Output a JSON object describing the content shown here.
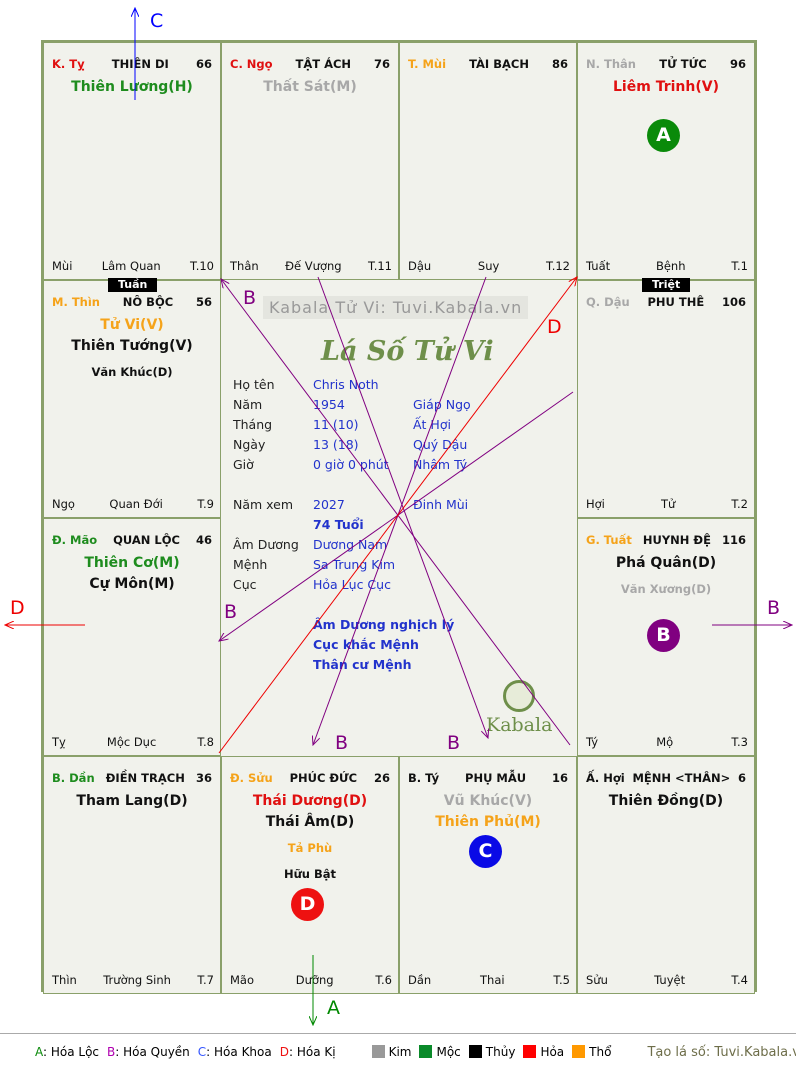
{
  "palaces": [
    {
      "branch": "K. Tỵ",
      "branch_color": "#e01010",
      "name": "THIÊN DI",
      "number": "66",
      "stars": [
        {
          "text": "Thiên Lương(H)",
          "color": "#1e8c1e"
        }
      ],
      "footer": [
        "Mùi",
        "Lâm Quan",
        "T.10"
      ]
    },
    {
      "branch": "C. Ngọ",
      "branch_color": "#e01010",
      "name": "TẬT ÁCH",
      "number": "76",
      "stars": [
        {
          "text": "Thất Sát(M)",
          "color": "#a8a8a8"
        }
      ],
      "footer": [
        "Thân",
        "Đế Vượng",
        "T.11"
      ]
    },
    {
      "branch": "T. Mùi",
      "branch_color": "#f5a31a",
      "name": "TÀI BẠCH",
      "number": "86",
      "stars": [],
      "footer": [
        "Dậu",
        "Suy",
        "T.12"
      ]
    },
    {
      "branch": "N. Thân",
      "branch_color": "#a8a8a8",
      "name": "TỬ TỨC",
      "number": "96",
      "stars": [
        {
          "text": "Liêm Trinh(V)",
          "color": "#e01010"
        }
      ],
      "footer": [
        "Tuất",
        "Bệnh",
        "T.1"
      ]
    },
    {
      "branch": "M. Thìn",
      "branch_color": "#f5a31a",
      "name": "NÔ BỘC",
      "number": "56",
      "badge": "Tuần",
      "stars": [
        {
          "text": "Tử Vi(V)",
          "color": "#f5a31a"
        },
        {
          "text": "Thiên Tướng(V)",
          "color": "#111111"
        },
        {
          "text": "Văn Khúc(D)",
          "color": "#111111",
          "minor": true
        }
      ],
      "footer": [
        "Ngọ",
        "Quan Đới",
        "T.9"
      ]
    },
    {
      "branch": "Q. Dậu",
      "branch_color": "#a8a8a8",
      "name": "PHU THÊ",
      "number": "106",
      "badge": "Triệt",
      "stars": [],
      "footer": [
        "Hợi",
        "Tử",
        "T.2"
      ]
    },
    {
      "branch": "Đ. Mão",
      "branch_color": "#1e8c1e",
      "name": "QUAN LỘC",
      "number": "46",
      "stars": [
        {
          "text": "Thiên Cơ(M)",
          "color": "#1e8c1e"
        },
        {
          "text": "Cự Môn(M)",
          "color": "#111111"
        }
      ],
      "footer": [
        "Tỵ",
        "Mộc Dục",
        "T.8"
      ]
    },
    {
      "branch": "G. Tuất",
      "branch_color": "#f5a31a",
      "name": "HUYNH ĐỆ",
      "number": "116",
      "stars": [
        {
          "text": "Phá Quân(D)",
          "color": "#111111"
        },
        {
          "text": "Văn Xương(D)",
          "color": "#a8a8a8",
          "minor": true
        }
      ],
      "footer": [
        "Tý",
        "Mộ",
        "T.3"
      ]
    },
    {
      "branch": "B. Dần",
      "branch_color": "#1e8c1e",
      "name": "ĐIỀN TRẠCH",
      "number": "36",
      "stars": [
        {
          "text": "Tham Lang(D)",
          "color": "#111111"
        }
      ],
      "footer": [
        "Thìn",
        "Trường Sinh",
        "T.7"
      ]
    },
    {
      "branch": "Đ. Sửu",
      "branch_color": "#f5a31a",
      "name": "PHÚC ĐỨC",
      "number": "26",
      "stars": [
        {
          "text": "Thái Dương(D)",
          "color": "#e01010"
        },
        {
          "text": "Thái Âm(D)",
          "color": "#111111"
        },
        {
          "text": "Tả Phù",
          "color": "#f5a31a",
          "minor": true
        },
        {
          "text": "Hữu Bật",
          "color": "#111111",
          "minor": true
        }
      ],
      "footer": [
        "Mão",
        "Dưỡng",
        "T.6"
      ]
    },
    {
      "branch": "B. Tý",
      "branch_color": "#111111",
      "name": "PHỤ MẪU",
      "number": "16",
      "stars": [
        {
          "text": "Vũ Khúc(V)",
          "color": "#a8a8a8"
        },
        {
          "text": "Thiên Phủ(M)",
          "color": "#f5a31a"
        }
      ],
      "footer": [
        "Dần",
        "Thai",
        "T.5"
      ]
    },
    {
      "branch": "Ấ. Hợi",
      "branch_color": "#111111",
      "name": "MỆNH <THÂN>",
      "number": "6",
      "stars": [
        {
          "text": "Thiên Đồng(D)",
          "color": "#111111"
        }
      ],
      "footer": [
        "Sửu",
        "Tuyệt",
        "T.4"
      ]
    }
  ],
  "circles": [
    {
      "letter": "A",
      "color": "#0a8a0a"
    },
    {
      "letter": "B",
      "color": "#800080"
    },
    {
      "letter": "C",
      "color": "#0a0ae6"
    },
    {
      "letter": "D",
      "color": "#ee1111"
    }
  ],
  "center": {
    "watermark": "Kabala Tử Vi: Tuvi.Kabala.vn",
    "title": "Lá Số Tử Vi",
    "rows": [
      {
        "label": "Họ tên",
        "value": "Chris Noth",
        "extra": ""
      },
      {
        "label": "Năm",
        "value": "1954",
        "extra": "Giáp Ngọ"
      },
      {
        "label": "Tháng",
        "value": "11  (10)",
        "extra": "Ất Hợi"
      },
      {
        "label": "Ngày",
        "value": "13  (18)",
        "extra": "Quý Dậu"
      },
      {
        "label": "Giờ",
        "value": "0 giờ 0 phút",
        "extra": "Nhâm Tý"
      },
      {
        "label": "Năm xem",
        "value": "2027",
        "extra": "Đinh Mùi"
      },
      {
        "label": "",
        "value": "74 Tuổi",
        "extra": ""
      },
      {
        "label": "Âm Dương",
        "value": "Dương Nam",
        "extra": ""
      },
      {
        "label": "Mệnh",
        "value": "Sa Trung Kim",
        "extra": ""
      },
      {
        "label": "Cục",
        "value": "Hỏa Lục Cục",
        "extra": ""
      }
    ],
    "notes": [
      "Âm Dương nghịch lý",
      "Cục khắc Mệnh",
      "Thân cư Mệnh"
    ],
    "logo": "Kabala"
  },
  "arrow_labels": {
    "top": "C",
    "left": "D",
    "right": "B",
    "bottom": "A",
    "b1": "B",
    "b2": "B",
    "b3": "B",
    "b4": "B",
    "d1": "D"
  },
  "legend": {
    "hoa": [
      {
        "key": "A",
        "label": ": Hóa Lộc",
        "color": "#0a8a0a"
      },
      {
        "key": "B",
        "label": ": Hóa Quyền",
        "color": "#b000b0"
      },
      {
        "key": "C",
        "label": ": Hóa Khoa",
        "color": "#3355ff"
      },
      {
        "key": "D",
        "label": ": Hóa Kị",
        "color": "#ee1111"
      }
    ],
    "elements": [
      {
        "label": "Kim",
        "color": "#999999"
      },
      {
        "label": "Mộc",
        "color": "#0a8a2a"
      },
      {
        "label": "Thủy",
        "color": "#000000"
      },
      {
        "label": "Hỏa",
        "color": "#ff0000"
      },
      {
        "label": "Thổ",
        "color": "#ff9900"
      }
    ],
    "credit": "Tạo lá số: Tuvi.Kabala.vn"
  }
}
